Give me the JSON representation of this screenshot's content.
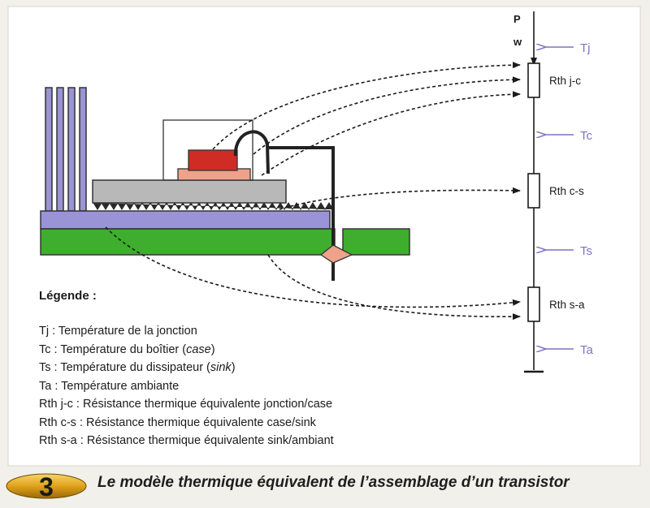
{
  "circuit": {
    "p_label": "P",
    "w_label": "w",
    "nodes": {
      "tj": "Tj",
      "tc": "Tc",
      "ts": "Ts",
      "ta": "Ta"
    },
    "resistors": {
      "jc": "Rth j-c",
      "cs": "Rth c-s",
      "sa": "Rth s-a"
    }
  },
  "legend": {
    "title": "Légende :",
    "items": [
      {
        "prefix": "Tj : Température de la jonction",
        "em": "",
        "suffix": ""
      },
      {
        "prefix": "Tc : Température du boîtier (",
        "em": "case",
        "suffix": ")"
      },
      {
        "prefix": "Ts : Température du dissipateur (",
        "em": "sink",
        "suffix": ")"
      },
      {
        "prefix": "Ta : Température ambiante",
        "em": "",
        "suffix": ""
      },
      {
        "prefix": "Rth j-c : Résistance thermique équivalente jonction/case",
        "em": "",
        "suffix": ""
      },
      {
        "prefix": "Rth c-s : Résistance thermique équivalente case/sink",
        "em": "",
        "suffix": ""
      },
      {
        "prefix": "Rth s-a : Résistance thermique équivalente sink/ambiant",
        "em": "",
        "suffix": ""
      }
    ]
  },
  "figure": {
    "number": "3",
    "caption": "Le modèle thermique équivalent de l’assemblage d’un transistor"
  },
  "colors": {
    "frame": "#ffffff",
    "fins": "#9a93d6",
    "sink": "#9a93d6",
    "pcb": "#3fae2e",
    "case_body": "#b8b8b8",
    "die": "#d12b26",
    "die_base": "#eea28a",
    "pin_diamond": "#eea28a",
    "node_arrow": "#7b74c2",
    "badge": "#e0a21a"
  }
}
